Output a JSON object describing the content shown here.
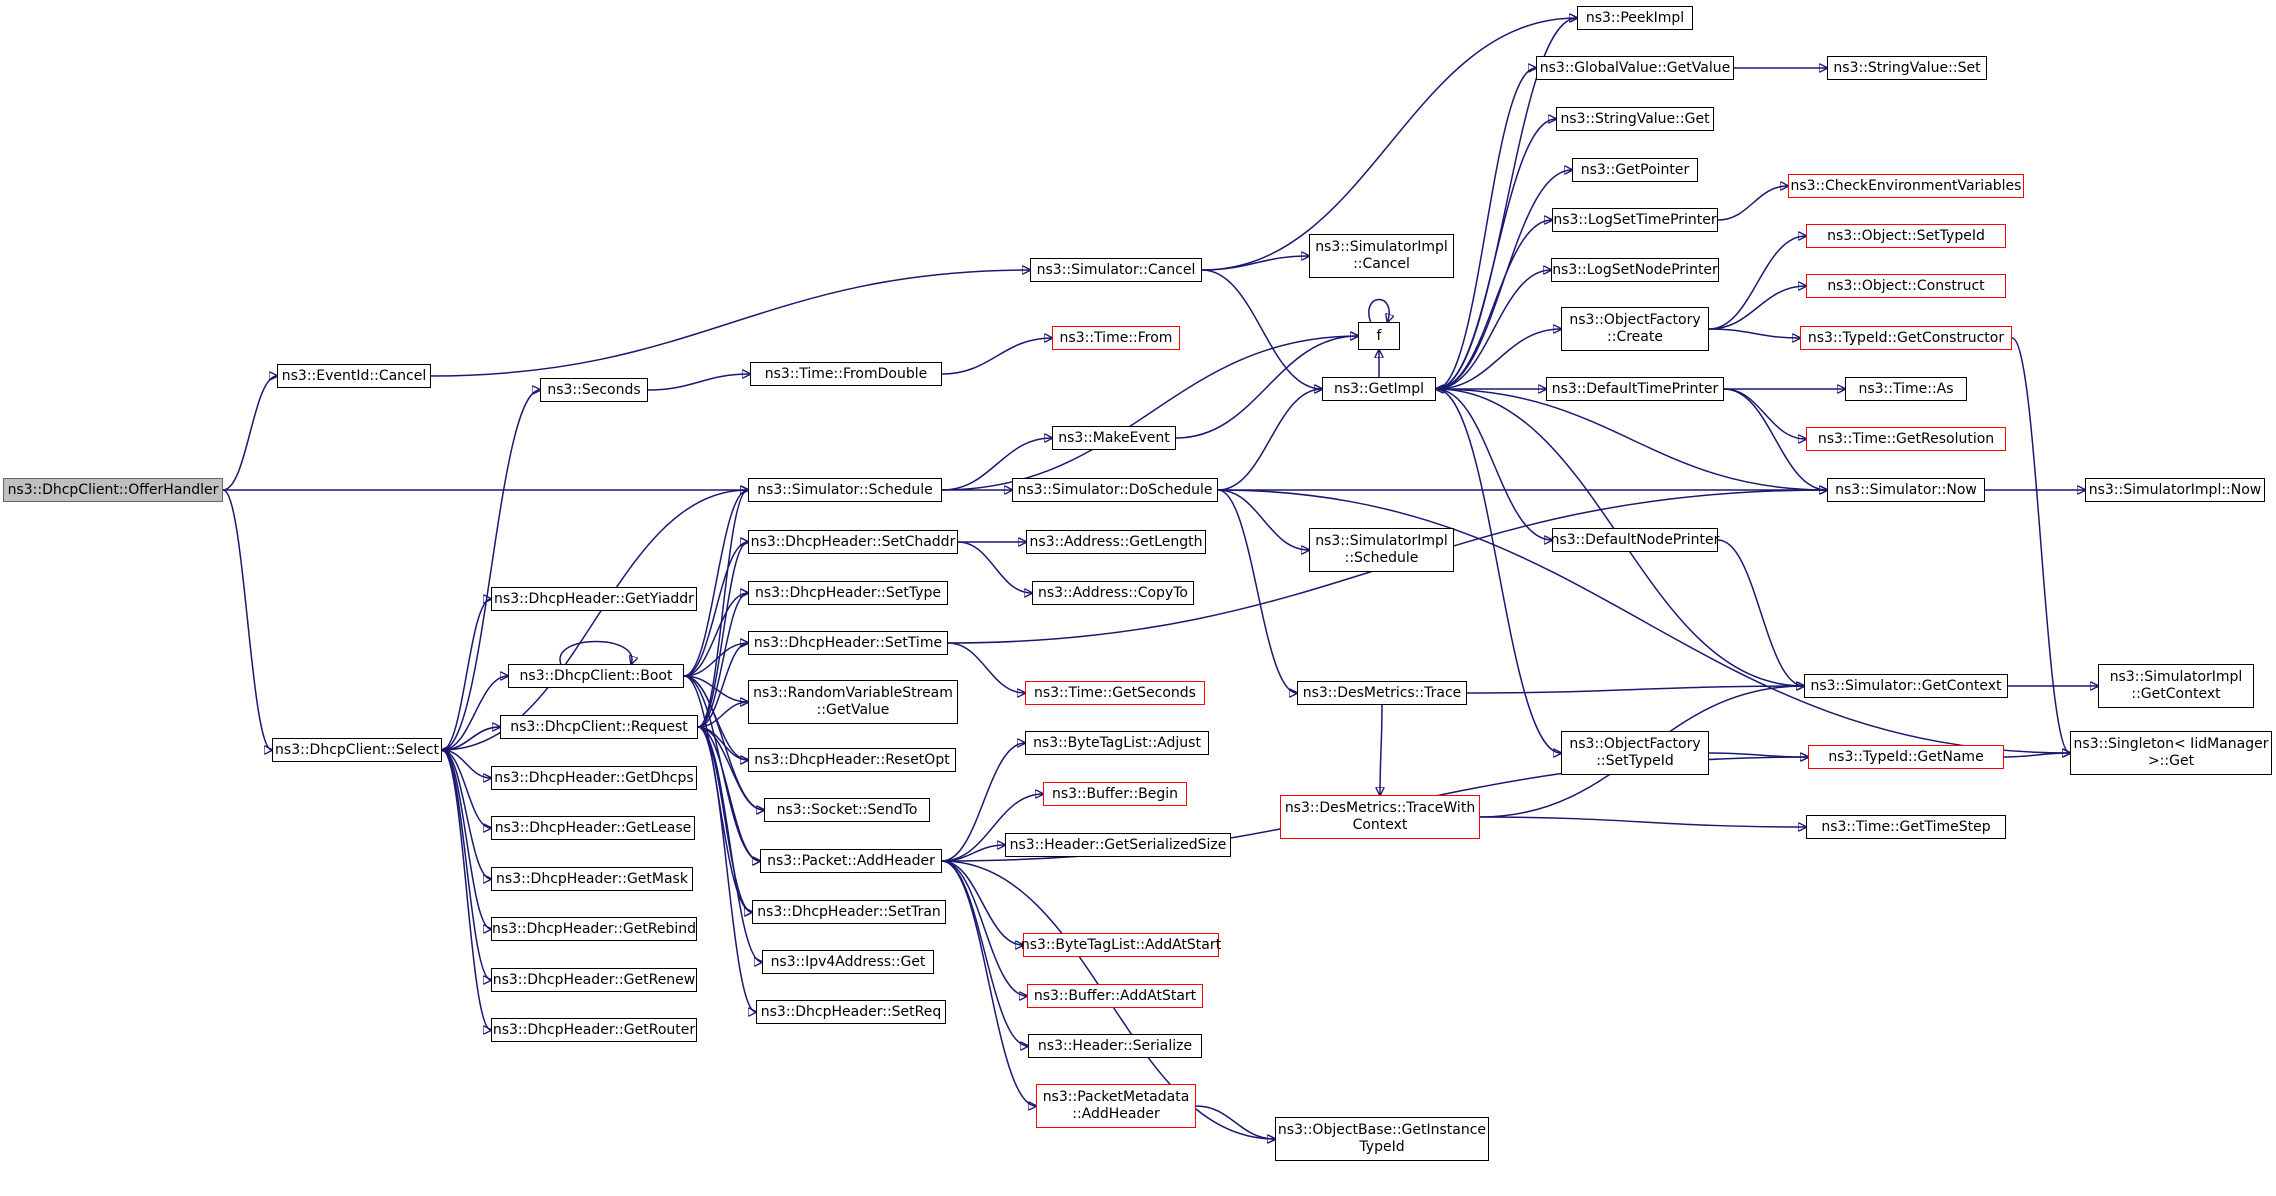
{
  "graph": {
    "colors": {
      "edge": "#191970",
      "node_border": "#000000",
      "truncated_border": "#ff0000",
      "root_fill": "#bfbfbf"
    },
    "nodes": [
      {
        "id": "offerhandler",
        "label": "ns3::DhcpClient::OfferHandler",
        "root": true
      },
      {
        "id": "eventid_cancel",
        "label": "ns3::EventId::Cancel"
      },
      {
        "id": "select",
        "label": "ns3::DhcpClient::Select"
      },
      {
        "id": "sim_cancel",
        "label": "ns3::Simulator::Cancel"
      },
      {
        "id": "seconds",
        "label": "ns3::Seconds"
      },
      {
        "id": "fromdouble",
        "label": "ns3::Time::FromDouble"
      },
      {
        "id": "time_from",
        "label": "ns3::Time::From",
        "red": true
      },
      {
        "id": "simimpl_cancel",
        "label": "ns3::SimulatorImpl\n::Cancel"
      },
      {
        "id": "getyiaddr",
        "label": "ns3::DhcpHeader::GetYiaddr"
      },
      {
        "id": "boot",
        "label": "ns3::DhcpClient::Boot"
      },
      {
        "id": "request",
        "label": "ns3::DhcpClient::Request"
      },
      {
        "id": "getdhcps",
        "label": "ns3::DhcpHeader::GetDhcps"
      },
      {
        "id": "getlease",
        "label": "ns3::DhcpHeader::GetLease"
      },
      {
        "id": "getmask",
        "label": "ns3::DhcpHeader::GetMask"
      },
      {
        "id": "getrebind",
        "label": "ns3::DhcpHeader::GetRebind"
      },
      {
        "id": "getrenew",
        "label": "ns3::DhcpHeader::GetRenew"
      },
      {
        "id": "getrouter",
        "label": "ns3::DhcpHeader::GetRouter"
      },
      {
        "id": "schedule",
        "label": "ns3::Simulator::Schedule"
      },
      {
        "id": "setchaddr",
        "label": "ns3::DhcpHeader::SetChaddr"
      },
      {
        "id": "settype",
        "label": "ns3::DhcpHeader::SetType"
      },
      {
        "id": "settime",
        "label": "ns3::DhcpHeader::SetTime"
      },
      {
        "id": "rvs_getvalue",
        "label": "ns3::RandomVariableStream\n::GetValue"
      },
      {
        "id": "resetopt",
        "label": "ns3::DhcpHeader::ResetOpt"
      },
      {
        "id": "sendto",
        "label": "ns3::Socket::SendTo"
      },
      {
        "id": "addheader",
        "label": "ns3::Packet::AddHeader"
      },
      {
        "id": "settran",
        "label": "ns3::DhcpHeader::SetTran"
      },
      {
        "id": "ipv4_get",
        "label": "ns3::Ipv4Address::Get"
      },
      {
        "id": "setreq",
        "label": "ns3::DhcpHeader::SetReq"
      },
      {
        "id": "makeevent",
        "label": "ns3::MakeEvent"
      },
      {
        "id": "doschedule",
        "label": "ns3::Simulator::DoSchedule"
      },
      {
        "id": "addr_getlength",
        "label": "ns3::Address::GetLength"
      },
      {
        "id": "addr_copyto",
        "label": "ns3::Address::CopyTo"
      },
      {
        "id": "time_getseconds",
        "label": "ns3::Time::GetSeconds",
        "red": true
      },
      {
        "id": "btl_adjust",
        "label": "ns3::ByteTagList::Adjust"
      },
      {
        "id": "buffer_begin",
        "label": "ns3::Buffer::Begin",
        "red": true
      },
      {
        "id": "hdr_getsize",
        "label": "ns3::Header::GetSerializedSize"
      },
      {
        "id": "btl_addatstart",
        "label": "ns3::ByteTagList::AddAtStart",
        "red": true
      },
      {
        "id": "buffer_addatstart",
        "label": "ns3::Buffer::AddAtStart",
        "red": true
      },
      {
        "id": "hdr_serialize",
        "label": "ns3::Header::Serialize"
      },
      {
        "id": "pm_addheader",
        "label": "ns3::PacketMetadata\n::AddHeader",
        "red": true
      },
      {
        "id": "f",
        "label": "f"
      },
      {
        "id": "getimpl",
        "label": "ns3::GetImpl"
      },
      {
        "id": "simimpl_schedule",
        "label": "ns3::SimulatorImpl\n::Schedule"
      },
      {
        "id": "desmetrics_trace",
        "label": "ns3::DesMetrics::Trace"
      },
      {
        "id": "desmetrics_tracewithcontext",
        "label": "ns3::DesMetrics::TraceWith\nContext",
        "red": true
      },
      {
        "id": "objbase_getinstancetypeid",
        "label": "ns3::ObjectBase::GetInstance\nTypeId"
      },
      {
        "id": "peekimpl",
        "label": "ns3::PeekImpl"
      },
      {
        "id": "globalvalue_getvalue",
        "label": "ns3::GlobalValue::GetValue"
      },
      {
        "id": "stringvalue_get",
        "label": "ns3::StringValue::Get"
      },
      {
        "id": "getpointer",
        "label": "ns3::GetPointer"
      },
      {
        "id": "logsettimeprinter",
        "label": "ns3::LogSetTimePrinter"
      },
      {
        "id": "logsetnodeprinter",
        "label": "ns3::LogSetNodePrinter"
      },
      {
        "id": "objectfactory_create",
        "label": "ns3::ObjectFactory\n::Create"
      },
      {
        "id": "defaulttimeprinter",
        "label": "ns3::DefaultTimePrinter"
      },
      {
        "id": "defaultnodeprinter",
        "label": "ns3::DefaultNodePrinter"
      },
      {
        "id": "objectfactory_settypeid",
        "label": "ns3::ObjectFactory\n::SetTypeId"
      },
      {
        "id": "stringvalue_set",
        "label": "ns3::StringValue::Set"
      },
      {
        "id": "checkenv",
        "label": "ns3::CheckEnvironmentVariables",
        "red": true
      },
      {
        "id": "object_settypeid",
        "label": "ns3::Object::SetTypeId",
        "red": true
      },
      {
        "id": "object_construct",
        "label": "ns3::Object::Construct",
        "red": true
      },
      {
        "id": "typeid_getconstructor",
        "label": "ns3::TypeId::GetConstructor",
        "red": true
      },
      {
        "id": "time_as",
        "label": "ns3::Time::As"
      },
      {
        "id": "time_getresolution",
        "label": "ns3::Time::GetResolution",
        "red": true
      },
      {
        "id": "sim_now",
        "label": "ns3::Simulator::Now"
      },
      {
        "id": "sim_getcontext",
        "label": "ns3::Simulator::GetContext"
      },
      {
        "id": "typeid_getname",
        "label": "ns3::TypeId::GetName",
        "red": true
      },
      {
        "id": "time_gettimestep",
        "label": "ns3::Time::GetTimeStep"
      },
      {
        "id": "simimpl_now",
        "label": "ns3::SimulatorImpl::Now"
      },
      {
        "id": "simimpl_getcontext",
        "label": "ns3::SimulatorImpl\n::GetContext"
      },
      {
        "id": "singleton_get",
        "label": "ns3::Singleton< IidManager\n>::Get"
      }
    ],
    "edges": [
      [
        "offerhandler",
        "eventid_cancel"
      ],
      [
        "offerhandler",
        "schedule"
      ],
      [
        "offerhandler",
        "select"
      ],
      [
        "eventid_cancel",
        "sim_cancel"
      ],
      [
        "sim_cancel",
        "peekimpl"
      ],
      [
        "sim_cancel",
        "simimpl_cancel"
      ],
      [
        "sim_cancel",
        "getimpl"
      ],
      [
        "select",
        "seconds"
      ],
      [
        "select",
        "getyiaddr"
      ],
      [
        "select",
        "boot"
      ],
      [
        "select",
        "request"
      ],
      [
        "select",
        "getdhcps"
      ],
      [
        "select",
        "getlease"
      ],
      [
        "select",
        "getmask"
      ],
      [
        "select",
        "getrebind"
      ],
      [
        "select",
        "getrenew"
      ],
      [
        "select",
        "getrouter"
      ],
      [
        "select",
        "schedule"
      ],
      [
        "seconds",
        "fromdouble"
      ],
      [
        "fromdouble",
        "time_from"
      ],
      [
        "boot",
        "boot"
      ],
      [
        "boot",
        "schedule"
      ],
      [
        "boot",
        "setchaddr"
      ],
      [
        "boot",
        "settype"
      ],
      [
        "boot",
        "settime"
      ],
      [
        "boot",
        "rvs_getvalue"
      ],
      [
        "boot",
        "resetopt"
      ],
      [
        "boot",
        "sendto"
      ],
      [
        "boot",
        "addheader"
      ],
      [
        "boot",
        "settran"
      ],
      [
        "request",
        "select"
      ],
      [
        "request",
        "schedule"
      ],
      [
        "request",
        "setchaddr"
      ],
      [
        "request",
        "settype"
      ],
      [
        "request",
        "settime"
      ],
      [
        "request",
        "rvs_getvalue"
      ],
      [
        "request",
        "resetopt"
      ],
      [
        "request",
        "sendto"
      ],
      [
        "request",
        "addheader"
      ],
      [
        "request",
        "settran"
      ],
      [
        "request",
        "ipv4_get"
      ],
      [
        "request",
        "setreq"
      ],
      [
        "schedule",
        "f"
      ],
      [
        "schedule",
        "makeevent"
      ],
      [
        "schedule",
        "doschedule"
      ],
      [
        "makeevent",
        "f"
      ],
      [
        "f",
        "f"
      ],
      [
        "doschedule",
        "getimpl"
      ],
      [
        "doschedule",
        "sim_now"
      ],
      [
        "doschedule",
        "simimpl_schedule"
      ],
      [
        "doschedule",
        "desmetrics_trace"
      ],
      [
        "doschedule",
        "singleton_get"
      ],
      [
        "setchaddr",
        "addr_getlength"
      ],
      [
        "setchaddr",
        "addr_copyto"
      ],
      [
        "settime",
        "time_getseconds"
      ],
      [
        "settime",
        "sim_now"
      ],
      [
        "addheader",
        "btl_adjust"
      ],
      [
        "addheader",
        "buffer_begin"
      ],
      [
        "addheader",
        "hdr_getsize"
      ],
      [
        "addheader",
        "btl_addatstart"
      ],
      [
        "addheader",
        "buffer_addatstart"
      ],
      [
        "addheader",
        "hdr_serialize"
      ],
      [
        "addheader",
        "pm_addheader"
      ],
      [
        "addheader",
        "objbase_getinstancetypeid"
      ],
      [
        "addheader",
        "typeid_getname"
      ],
      [
        "pm_addheader",
        "objbase_getinstancetypeid"
      ],
      [
        "getimpl",
        "peekimpl"
      ],
      [
        "getimpl",
        "globalvalue_getvalue"
      ],
      [
        "getimpl",
        "stringvalue_get"
      ],
      [
        "getimpl",
        "getpointer"
      ],
      [
        "getimpl",
        "logsettimeprinter"
      ],
      [
        "getimpl",
        "logsetnodeprinter"
      ],
      [
        "getimpl",
        "objectfactory_create"
      ],
      [
        "getimpl",
        "defaulttimeprinter"
      ],
      [
        "getimpl",
        "defaultnodeprinter"
      ],
      [
        "getimpl",
        "objectfactory_settypeid"
      ],
      [
        "getimpl",
        "f"
      ],
      [
        "globalvalue_getvalue",
        "stringvalue_set"
      ],
      [
        "logsettimeprinter",
        "checkenv"
      ],
      [
        "objectfactory_create",
        "object_settypeid"
      ],
      [
        "objectfactory_create",
        "object_construct"
      ],
      [
        "objectfactory_create",
        "typeid_getconstructor"
      ],
      [
        "typeid_getconstructor",
        "singleton_get"
      ],
      [
        "defaulttimeprinter",
        "time_as"
      ],
      [
        "defaulttimeprinter",
        "time_getresolution"
      ],
      [
        "defaulttimeprinter",
        "sim_now"
      ],
      [
        "defaultnodeprinter",
        "sim_getcontext"
      ],
      [
        "sim_now",
        "getimpl"
      ],
      [
        "sim_now",
        "simimpl_now"
      ],
      [
        "sim_getcontext",
        "getimpl"
      ],
      [
        "sim_getcontext",
        "simimpl_getcontext"
      ],
      [
        "objectfactory_settypeid",
        "typeid_getname"
      ],
      [
        "desmetrics_trace",
        "sim_getcontext"
      ],
      [
        "desmetrics_trace",
        "desmetrics_tracewithcontext"
      ],
      [
        "desmetrics_tracewithcontext",
        "sim_getcontext"
      ],
      [
        "desmetrics_tracewithcontext",
        "time_gettimestep"
      ],
      [
        "typeid_getname",
        "singleton_get"
      ]
    ]
  }
}
